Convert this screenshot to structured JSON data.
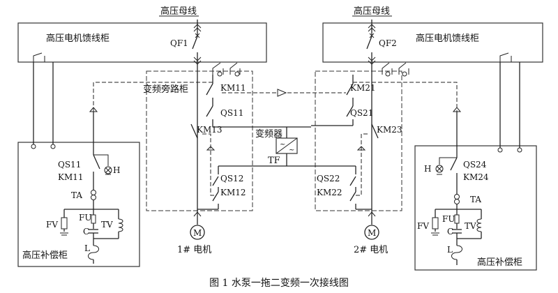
{
  "bus_labels": [
    "高压母线",
    "高压母线"
  ],
  "feeder_cabinets": [
    "高压电机馈线柜",
    "高压电机馈线柜"
  ],
  "breakers": [
    "QF1",
    "QF2"
  ],
  "bypass_cabinet": "变频旁路柜",
  "contactors": [
    "KM11",
    "KM21",
    "KM13",
    "KM23",
    "KM12",
    "KM22"
  ],
  "disconnectors": [
    "QS11",
    "QS21",
    "QS12",
    "QS22"
  ],
  "vfd_label": "变频器",
  "transformer": "TF",
  "left_comp": {
    "switch": "QS11",
    "contactor": "KM11",
    "lamp": "H",
    "ct": "TA",
    "fuse": "FU",
    "arrester": "FV",
    "capacitor": "C",
    "pt": "TV",
    "reactor": "L",
    "title": "高压补偿柜"
  },
  "right_comp": {
    "switch": "QS24",
    "contactor": "KM24",
    "lamp": "H",
    "ct": "TA",
    "fuse": "FU",
    "arrester": "FV",
    "capacitor": "C",
    "pt": "TV",
    "reactor": "L",
    "title": "高压补偿柜"
  },
  "motors": [
    {
      "symbol": "M",
      "label": "1# 电机"
    },
    {
      "symbol": "M",
      "label": "2# 电机"
    }
  ],
  "caption": "图 1   水泵一拖二变频一次接线图"
}
